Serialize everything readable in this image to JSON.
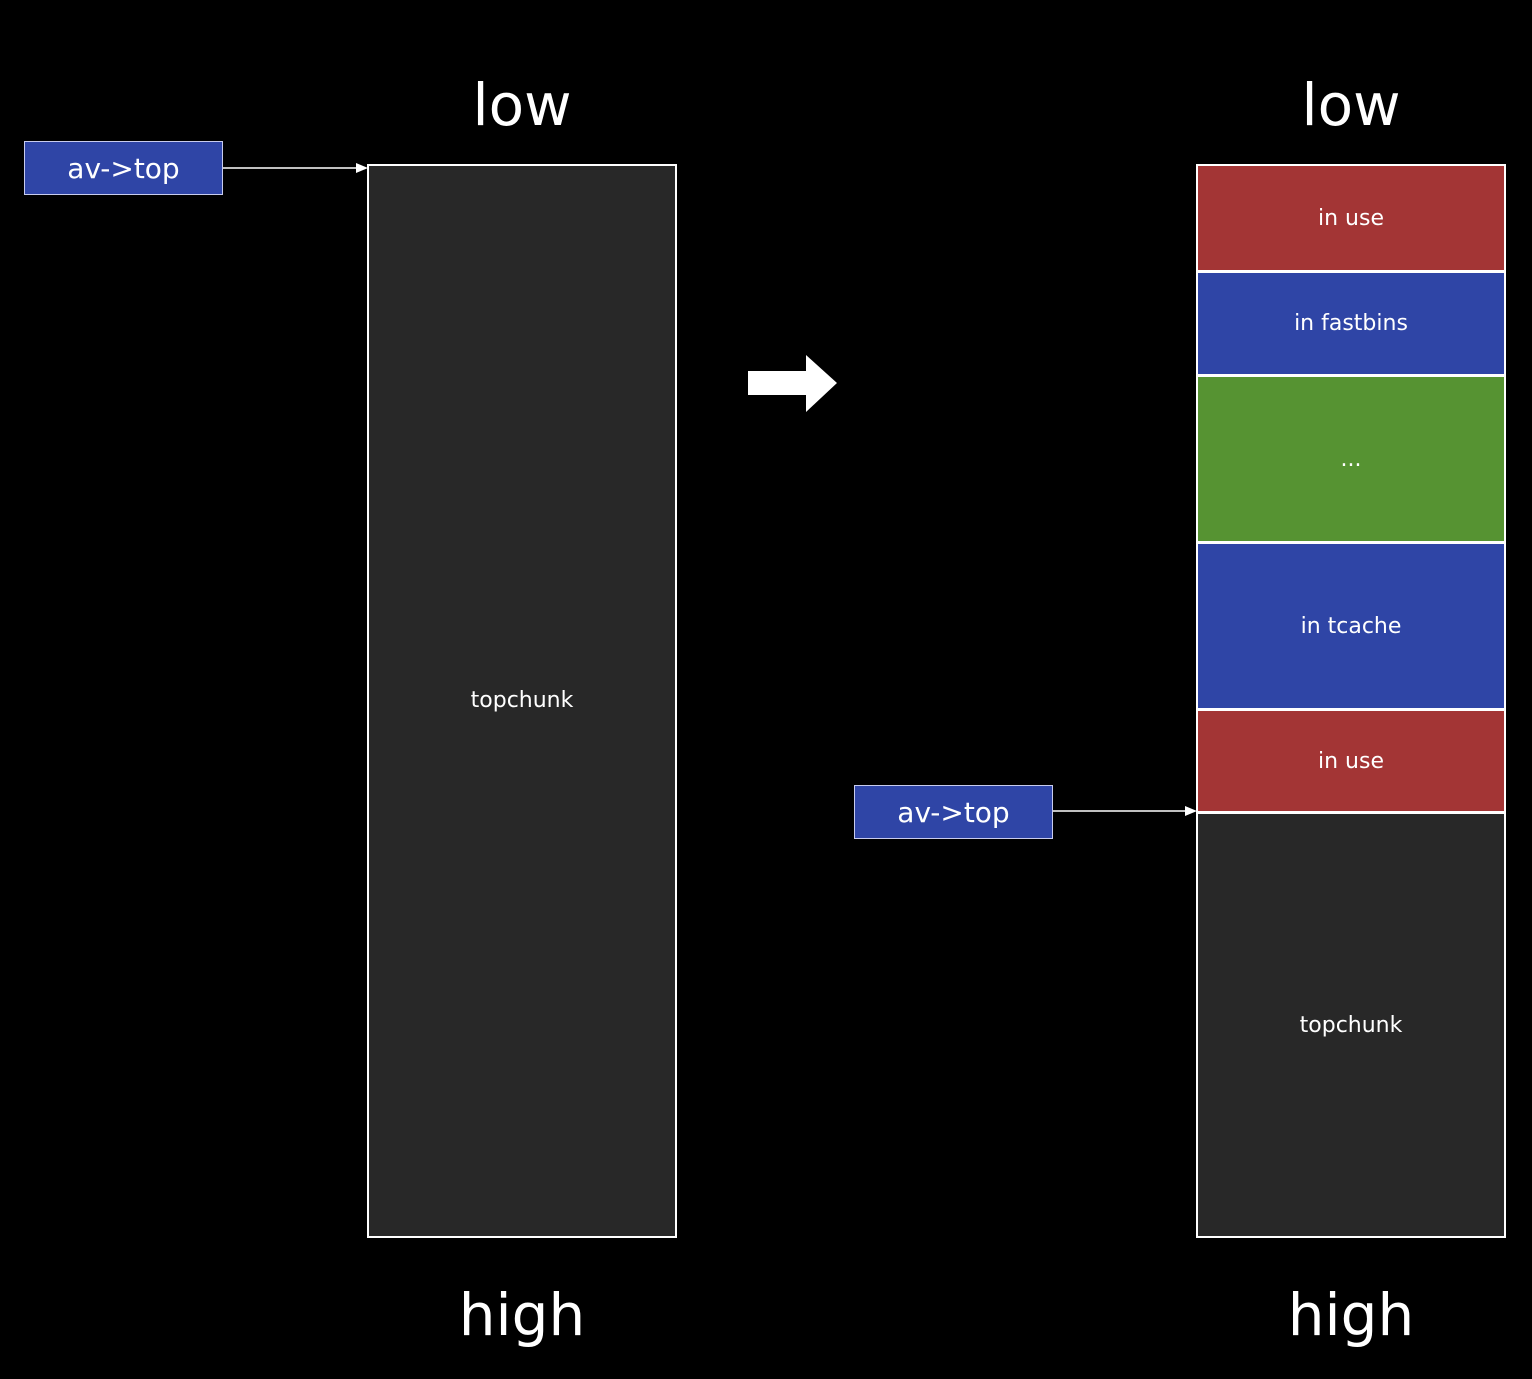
{
  "left_panel": {
    "low_label": "low",
    "high_label": "high",
    "pointer_label": "av->top",
    "chunk_label": "topchunk"
  },
  "right_panel": {
    "low_label": "low",
    "high_label": "high",
    "pointer_label": "av->top",
    "segments": [
      {
        "label": "in use",
        "color": "#a33535"
      },
      {
        "label": "in fastbins",
        "color": "#2f45a6"
      },
      {
        "label": "...",
        "color": "#569332"
      },
      {
        "label": "in tcache",
        "color": "#2f45a6"
      },
      {
        "label": "in use",
        "color": "#a33535"
      },
      {
        "label": "topchunk",
        "color": "#282828"
      }
    ]
  },
  "colors": {
    "background": "#000000",
    "pointer_box": "#2f45a6",
    "top_chunk": "#282828",
    "outline": "#ffffff"
  }
}
